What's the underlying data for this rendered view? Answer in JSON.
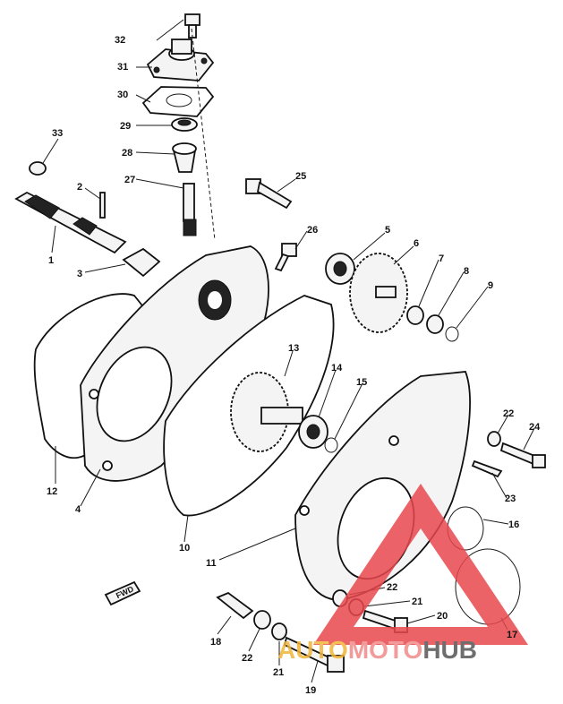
{
  "callouts": [
    {
      "id": "c32",
      "text": "32"
    },
    {
      "id": "c31",
      "text": "31"
    },
    {
      "id": "c30",
      "text": "30"
    },
    {
      "id": "c29",
      "text": "29"
    },
    {
      "id": "c28",
      "text": "28"
    },
    {
      "id": "c27",
      "text": "27"
    },
    {
      "id": "c33",
      "text": "33"
    },
    {
      "id": "c2",
      "text": "2"
    },
    {
      "id": "c1",
      "text": "1"
    },
    {
      "id": "c3",
      "text": "3"
    },
    {
      "id": "c25",
      "text": "25"
    },
    {
      "id": "c26",
      "text": "26"
    },
    {
      "id": "c5",
      "text": "5"
    },
    {
      "id": "c6",
      "text": "6"
    },
    {
      "id": "c7",
      "text": "7"
    },
    {
      "id": "c8",
      "text": "8"
    },
    {
      "id": "c9",
      "text": "9"
    },
    {
      "id": "c13",
      "text": "13"
    },
    {
      "id": "c14",
      "text": "14"
    },
    {
      "id": "c15",
      "text": "15"
    },
    {
      "id": "c12",
      "text": "12"
    },
    {
      "id": "c4",
      "text": "4"
    },
    {
      "id": "c10",
      "text": "10"
    },
    {
      "id": "c11",
      "text": "11"
    },
    {
      "id": "c22a",
      "text": "22"
    },
    {
      "id": "c24",
      "text": "24"
    },
    {
      "id": "c23",
      "text": "23"
    },
    {
      "id": "c16",
      "text": "16"
    },
    {
      "id": "c22b",
      "text": "22"
    },
    {
      "id": "c21a",
      "text": "21"
    },
    {
      "id": "c20",
      "text": "20"
    },
    {
      "id": "c17",
      "text": "17"
    },
    {
      "id": "c18",
      "text": "18"
    },
    {
      "id": "c22c",
      "text": "22"
    },
    {
      "id": "c21b",
      "text": "21"
    },
    {
      "id": "c19",
      "text": "19"
    }
  ],
  "fwd_label": "FWD",
  "watermark": {
    "part1": "AUTO",
    "part2": "MOTO",
    "part3": "HUB",
    "color_auto": "#f2b43a",
    "color_moto": "#f08a8a",
    "color_hub": "#555555",
    "triangle_color": "#e8474d"
  }
}
